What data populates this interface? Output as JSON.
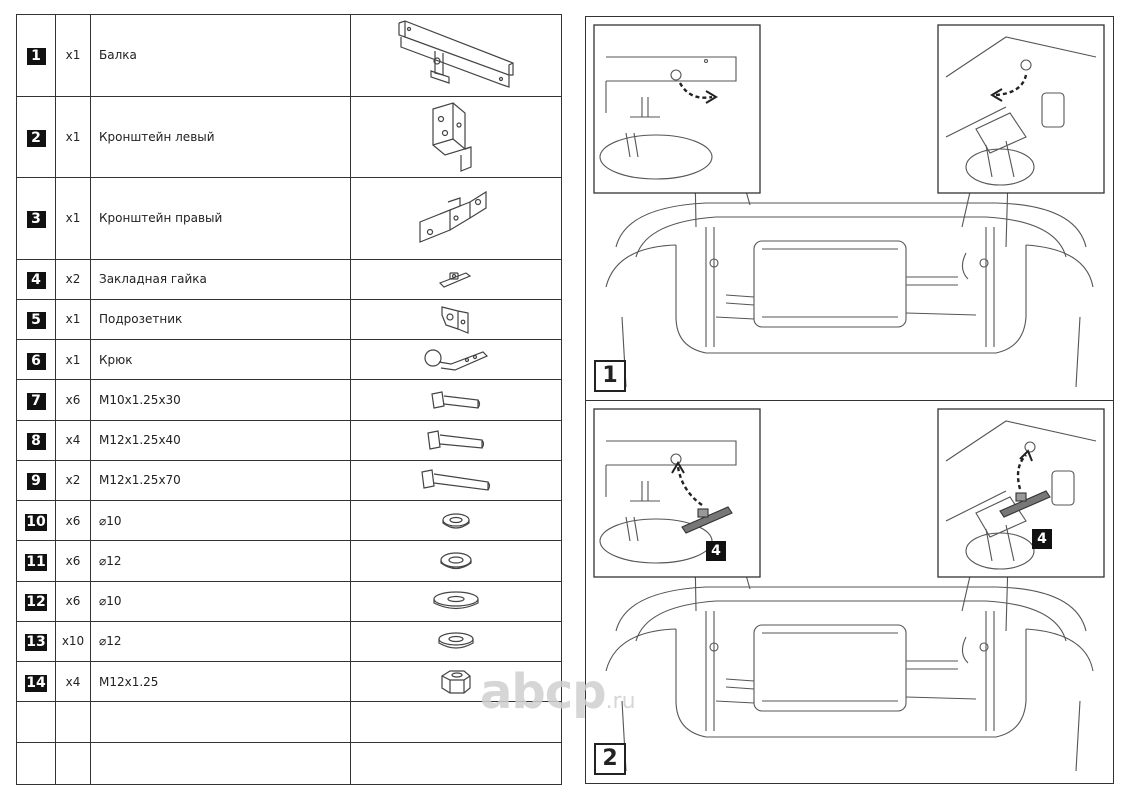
{
  "parts": [
    {
      "num": "1",
      "qty": "x1",
      "name": "Балка",
      "icon": "tow-beam-icon"
    },
    {
      "num": "2",
      "qty": "x1",
      "name": "Кронштейн левый",
      "icon": "left-bracket-icon"
    },
    {
      "num": "3",
      "qty": "x1",
      "name": "Кронштейн правый",
      "icon": "right-bracket-icon"
    },
    {
      "num": "4",
      "qty": "x2",
      "name": "Закладная гайка",
      "icon": "insert-nut-icon"
    },
    {
      "num": "5",
      "qty": "x1",
      "name": "Подрозетник",
      "icon": "socket-plate-icon"
    },
    {
      "num": "6",
      "qty": "x1",
      "name": "Крюк",
      "icon": "tow-ball-hook-icon"
    },
    {
      "num": "7",
      "qty": "x6",
      "name": "M10x1.25x30",
      "icon": "bolt-icon"
    },
    {
      "num": "8",
      "qty": "x4",
      "name": "M12x1.25x40",
      "icon": "bolt-icon"
    },
    {
      "num": "9",
      "qty": "x2",
      "name": "M12x1.25x70",
      "icon": "bolt-icon"
    },
    {
      "num": "10",
      "qty": "x6",
      "name": "⌀10",
      "icon": "spring-washer-icon"
    },
    {
      "num": "11",
      "qty": "x6",
      "name": "⌀12",
      "icon": "spring-washer-icon"
    },
    {
      "num": "12",
      "qty": "x6",
      "name": "⌀10",
      "icon": "flat-washer-icon"
    },
    {
      "num": "13",
      "qty": "x10",
      "name": "⌀12",
      "icon": "flat-washer-icon"
    },
    {
      "num": "14",
      "qty": "x4",
      "name": "M12x1.25",
      "icon": "hex-nut-icon"
    }
  ],
  "steps": [
    {
      "number": "1"
    },
    {
      "number": "2",
      "part_callout": "4"
    }
  ],
  "watermark": {
    "text": "abcp",
    "suffix": ".ru"
  }
}
